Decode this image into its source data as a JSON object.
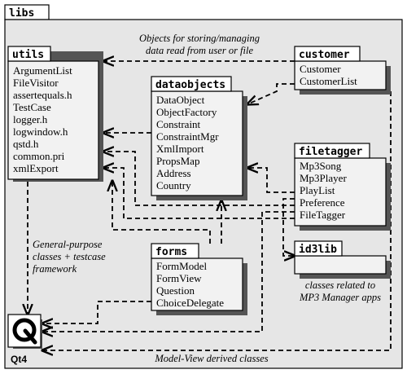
{
  "packages": {
    "libs": "libs",
    "utils": "utils",
    "customer": "customer",
    "dataobjects": "dataobjects",
    "filetagger": "filetagger",
    "id3lib": "id3lib",
    "forms": "forms",
    "qt4": "Qt4"
  },
  "utils": [
    "ArgumentList",
    "FileVisitor",
    "assertequals.h",
    "TestCase",
    "logger.h",
    "logwindow.h",
    "qstd.h",
    "common.pri",
    "xmlExport"
  ],
  "customer": [
    "Customer",
    "CustomerList"
  ],
  "dataobjects": [
    "DataObject",
    "ObjectFactory",
    "Constraint",
    "ConstraintMgr",
    "XmlImport",
    "PropsMap",
    "Address",
    "Country"
  ],
  "filetagger": [
    "Mp3Song",
    "Mp3Player",
    "PlayList",
    "Preference",
    "FileTagger"
  ],
  "forms": [
    "FormModel",
    "FormView",
    "Question",
    "ChoiceDelegate"
  ],
  "notes": {
    "customer_edge": [
      "Objects for storing/managing",
      "data read from user or file"
    ],
    "utils_note": [
      "General-purpose",
      "classes + testcase",
      "framework"
    ],
    "id3lib_note": [
      "classes related to",
      "MP3 Manager apps"
    ],
    "model_view": "Model-View derived classes"
  }
}
